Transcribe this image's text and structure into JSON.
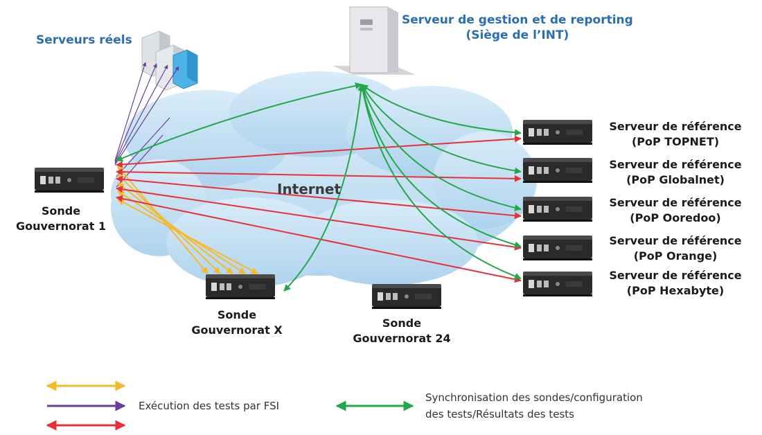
{
  "labels": {
    "real_servers": "Serveurs réels",
    "mgmt_server_l1": "Serveur  de gestion et de reporting",
    "mgmt_server_l2": "(Siège de l’INT)",
    "internet": "Internet",
    "probe1_l1": "Sonde",
    "probe1_l2": "Gouvernorat 1",
    "probex_l1": "Sonde",
    "probex_l2": "Gouvernorat X",
    "probe24_l1": "Sonde",
    "probe24_l2": "Gouvernorat 24"
  },
  "reference_servers": [
    {
      "l1": "Serveur  de référence",
      "l2": "(PoP TOPNET)"
    },
    {
      "l1": "Serveur  de référence",
      "l2": "(PoP Globalnet)"
    },
    {
      "l1": "Serveur  de référence",
      "l2": "(PoP Ooredoo)"
    },
    {
      "l1": "Serveur  de référence",
      "l2": "(PoP Orange)"
    },
    {
      "l1": "Serveur  de référence",
      "l2": "(PoP Hexabyte)"
    }
  ],
  "legend": {
    "tests_label": "Exécution des tests par FSI",
    "sync_label_l1": "Synchronisation des sondes/configuration",
    "sync_label_l2": "des tests/Résultats des tests"
  },
  "colors": {
    "yellow_arrow": "#f5b92a",
    "purple_arrow": "#6a3d9a",
    "red_arrow": "#e8303a",
    "green_arrow": "#22a84a",
    "blue_label": "#2a6db3",
    "cloud": "#bfdcf1"
  }
}
